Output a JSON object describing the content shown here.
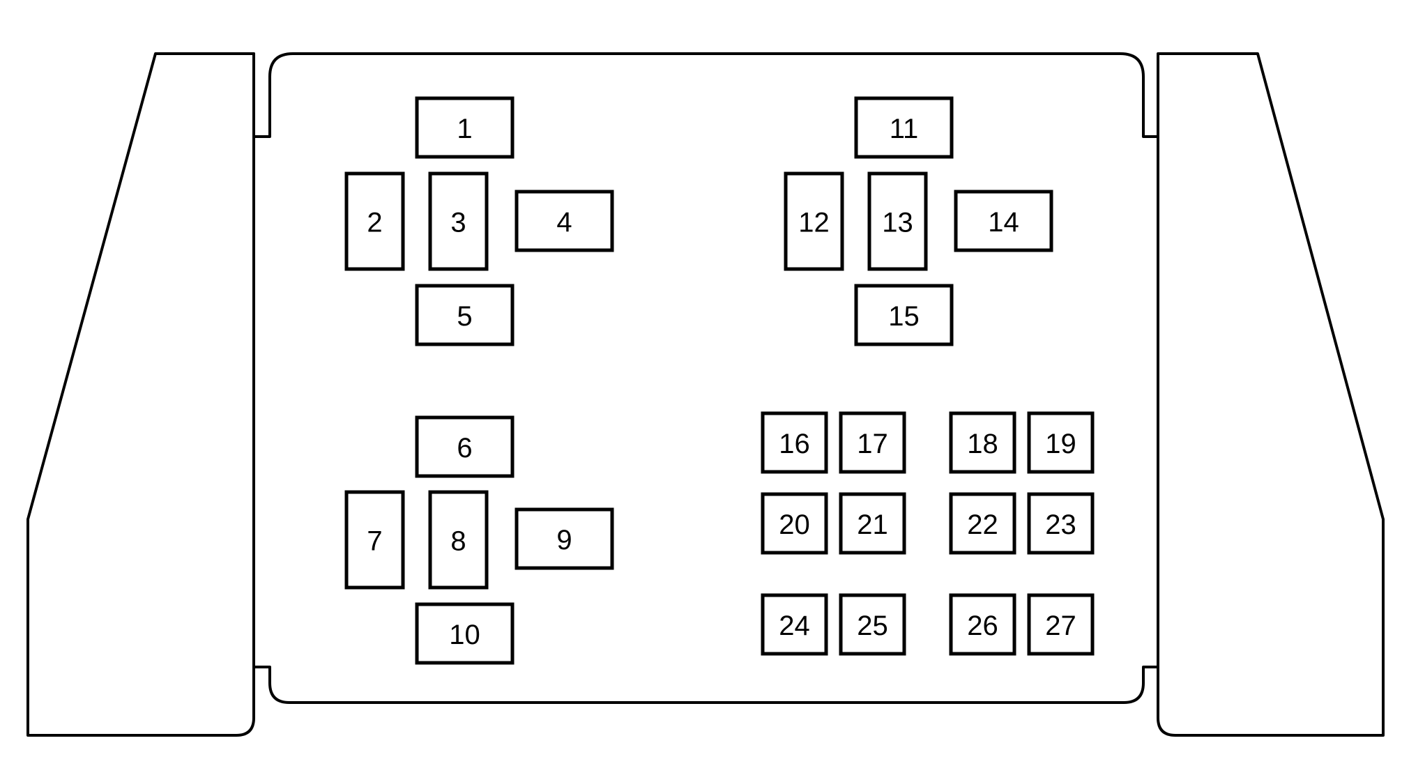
{
  "diagram": {
    "colors": {
      "line": "#000000",
      "background": "#ffffff"
    },
    "slots": [
      {
        "id": "slot-1",
        "label": "1"
      },
      {
        "id": "slot-2",
        "label": "2"
      },
      {
        "id": "slot-3",
        "label": "3"
      },
      {
        "id": "slot-4",
        "label": "4"
      },
      {
        "id": "slot-5",
        "label": "5"
      },
      {
        "id": "slot-6",
        "label": "6"
      },
      {
        "id": "slot-7",
        "label": "7"
      },
      {
        "id": "slot-8",
        "label": "8"
      },
      {
        "id": "slot-9",
        "label": "9"
      },
      {
        "id": "slot-10",
        "label": "10"
      },
      {
        "id": "slot-11",
        "label": "11"
      },
      {
        "id": "slot-12",
        "label": "12"
      },
      {
        "id": "slot-13",
        "label": "13"
      },
      {
        "id": "slot-14",
        "label": "14"
      },
      {
        "id": "slot-15",
        "label": "15"
      },
      {
        "id": "slot-16",
        "label": "16"
      },
      {
        "id": "slot-17",
        "label": "17"
      },
      {
        "id": "slot-18",
        "label": "18"
      },
      {
        "id": "slot-19",
        "label": "19"
      },
      {
        "id": "slot-20",
        "label": "20"
      },
      {
        "id": "slot-21",
        "label": "21"
      },
      {
        "id": "slot-22",
        "label": "22"
      },
      {
        "id": "slot-23",
        "label": "23"
      },
      {
        "id": "slot-24",
        "label": "24"
      },
      {
        "id": "slot-25",
        "label": "25"
      },
      {
        "id": "slot-26",
        "label": "26"
      },
      {
        "id": "slot-27",
        "label": "27"
      }
    ]
  }
}
